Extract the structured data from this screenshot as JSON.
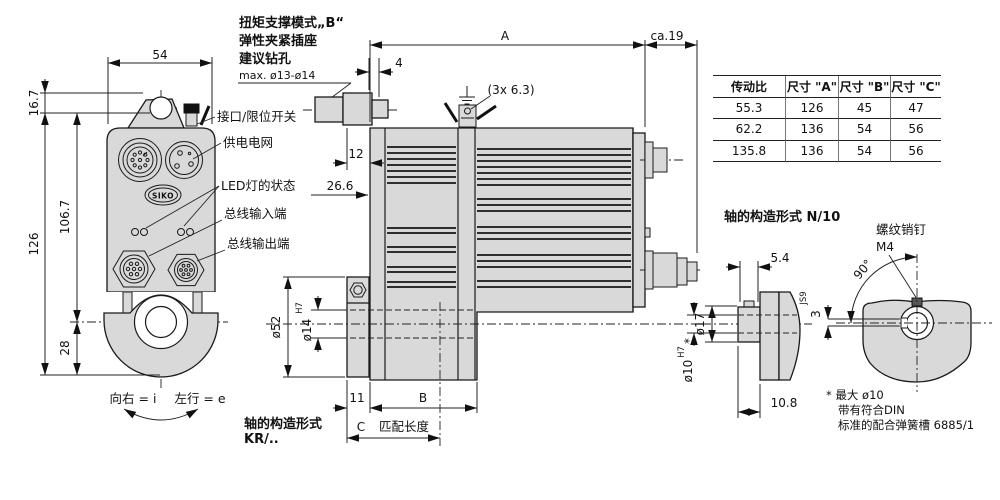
{
  "note": {
    "l1": "扭矩支撑模式„B“",
    "l2": "弹性夹紧插座",
    "l3": "建议钻孔",
    "l4": "max. ø13-ø14"
  },
  "front": {
    "dim_width": "54",
    "dim_tab": "16.7",
    "dim_mid": "106.7",
    "dim_total": "126",
    "dim_bottom": "28",
    "label_interface": "接口/限位开关",
    "label_power": "供电电网",
    "label_led": "LED灯的状态",
    "label_bus_in": "总线输入端",
    "label_bus_out": "总线输出端",
    "label_cw": "向右 = i",
    "label_ccw": "左行 = e",
    "brand": "SIKO"
  },
  "side": {
    "dim_a": "A",
    "dim_ca": "ca.19",
    "dim_4": "4",
    "dim_12": "12",
    "dim_266": "26.6",
    "ground": "(3x 6.3)",
    "dim_d52": "ø52",
    "dim_d14": "ø14",
    "sup_h7": "H7",
    "dim_11": "11",
    "dim_b": "B",
    "dim_c": "C",
    "fit": "匹配长度",
    "kr1": "轴的构造形式",
    "kr2": "KR/.."
  },
  "table": {
    "headers": [
      "传动比",
      "尺寸 \"A\"",
      "尺寸 \"B\"",
      "尺寸 \"C\""
    ],
    "rows": [
      [
        "55.3",
        "126",
        "45",
        "47"
      ],
      [
        "62.2",
        "136",
        "54",
        "56"
      ],
      [
        "135.8",
        "136",
        "54",
        "56"
      ]
    ]
  },
  "n10": {
    "title": "轴的构造形式 N/10",
    "screw1": "螺纹销钉",
    "screw2": "M4",
    "dim_54": "5.4",
    "dim_angle": "90°",
    "dim_d17": "ø17",
    "dim_d10": "ø10",
    "sup_h7": "H7",
    "star": "*",
    "dim_3": "3",
    "fit_js9": "JS9",
    "dim_108": "10.8",
    "fn1": "* 最大 ø10",
    "fn2": "带有符合DIN",
    "fn3": "标准的配合弹簧槽 6885/1"
  }
}
